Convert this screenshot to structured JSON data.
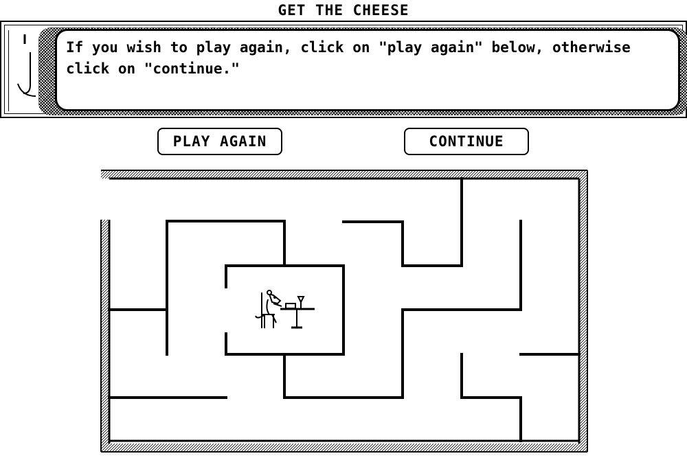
{
  "window": {
    "title": "GET THE CHEESE"
  },
  "dialog": {
    "message": "If you wish to play again, click on \"play again\" below, otherwise\nclick on \"continue.\""
  },
  "buttons": {
    "play_again": "PLAY AGAIN",
    "continue": "CONTINUE"
  },
  "maze": {
    "character": "mouse-seated-at-table-icon",
    "colors": {
      "wall": "#000000",
      "background": "#ffffff"
    }
  }
}
